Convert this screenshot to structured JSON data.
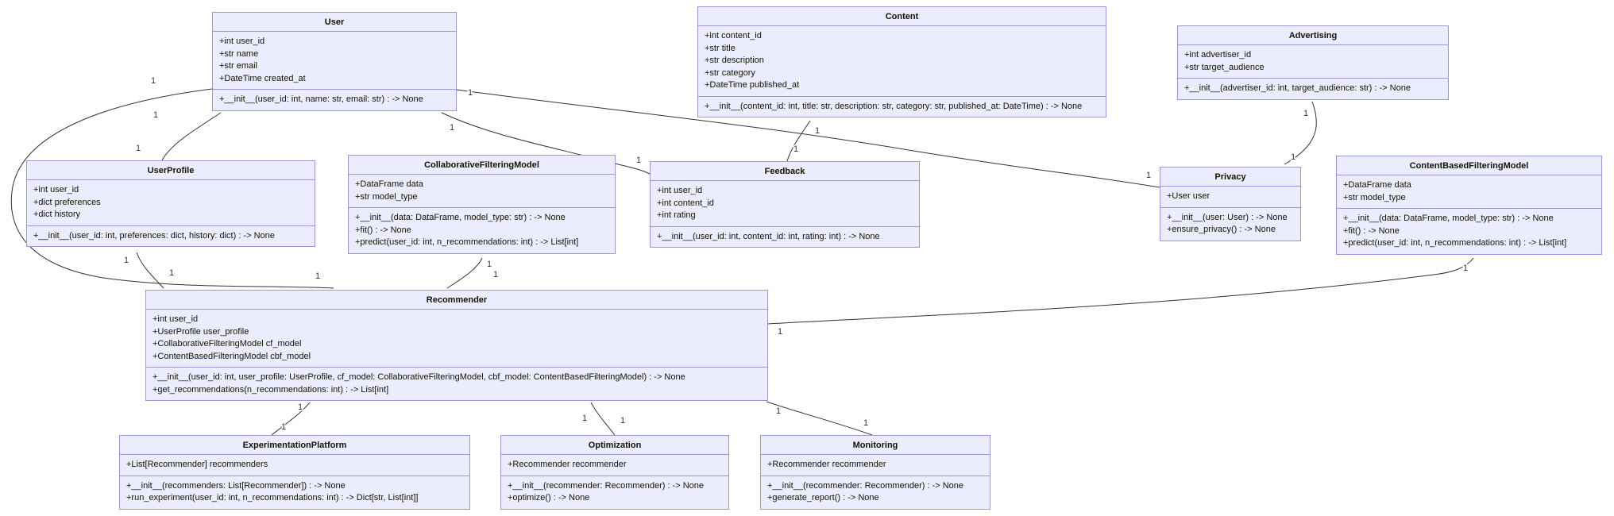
{
  "diagram": {
    "type": "uml-class-diagram",
    "classes": [
      {
        "name": "User",
        "attributes": [
          "+int user_id",
          "+str name",
          "+str email",
          "+DateTime created_at"
        ],
        "methods": [
          "+__init__(user_id: int, name: str, email: str) : -> None"
        ]
      },
      {
        "name": "Content",
        "attributes": [
          "+int content_id",
          "+str title",
          "+str description",
          "+str category",
          "+DateTime published_at"
        ],
        "methods": [
          "+__init__(content_id: int, title: str, description: str, category: str, published_at: DateTime) : -> None"
        ]
      },
      {
        "name": "Advertising",
        "attributes": [
          "+int advertiser_id",
          "+str target_audience"
        ],
        "methods": [
          "+__init__(advertiser_id: int, target_audience: str) : -> None"
        ]
      },
      {
        "name": "UserProfile",
        "attributes": [
          "+int user_id",
          "+dict preferences",
          "+dict history"
        ],
        "methods": [
          "+__init__(user_id: int, preferences: dict, history: dict) : -> None"
        ]
      },
      {
        "name": "CollaborativeFilteringModel",
        "attributes": [
          "+DataFrame data",
          "+str model_type"
        ],
        "methods": [
          "+__init__(data: DataFrame, model_type: str) : -> None",
          "+fit() : -> None",
          "+predict(user_id: int, n_recommendations: int) : -> List[int]"
        ]
      },
      {
        "name": "Feedback",
        "attributes": [
          "+int user_id",
          "+int content_id",
          "+int rating"
        ],
        "methods": [
          "+__init__(user_id: int, content_id: int, rating: int) : -> None"
        ]
      },
      {
        "name": "Privacy",
        "attributes": [
          "+User user"
        ],
        "methods": [
          "+__init__(user: User) : -> None",
          "+ensure_privacy() : -> None"
        ]
      },
      {
        "name": "ContentBasedFilteringModel",
        "attributes": [
          "+DataFrame data",
          "+str model_type"
        ],
        "methods": [
          "+__init__(data: DataFrame, model_type: str) : -> None",
          "+fit() : -> None",
          "+predict(user_id: int, n_recommendations: int) : -> List[int]"
        ]
      },
      {
        "name": "Recommender",
        "attributes": [
          "+int user_id",
          "+UserProfile user_profile",
          "+CollaborativeFilteringModel cf_model",
          "+ContentBasedFilteringModel cbf_model"
        ],
        "methods": [
          "+__init__(user_id: int, user_profile: UserProfile, cf_model: CollaborativeFilteringModel, cbf_model: ContentBasedFilteringModel) : -> None",
          "+get_recommendations(n_recommendations: int) : -> List[int]"
        ]
      },
      {
        "name": "ExperimentationPlatform",
        "attributes": [
          "+List[Recommender] recommenders"
        ],
        "methods": [
          "+__init__(recommenders: List[Recommender]) : -> None",
          "+run_experiment(user_id: int, n_recommendations: int) : -> Dict[str, List[int]]"
        ]
      },
      {
        "name": "Optimization",
        "attributes": [
          "+Recommender recommender"
        ],
        "methods": [
          "+__init__(recommender: Recommender) : -> None",
          "+optimize() : -> None"
        ]
      },
      {
        "name": "Monitoring",
        "attributes": [
          "+Recommender recommender"
        ],
        "methods": [
          "+__init__(recommender: Recommender) : -> None",
          "+generate_report() : -> None"
        ]
      }
    ],
    "relationships": [
      {
        "from": "User",
        "to": "UserProfile",
        "from_card": "1",
        "to_card": "1"
      },
      {
        "from": "User",
        "to": "Feedback",
        "from_card": "1",
        "to_card": "1"
      },
      {
        "from": "User",
        "to": "Privacy",
        "from_card": "1",
        "to_card": "1"
      },
      {
        "from": "User",
        "to": "Recommender",
        "from_card": "1",
        "to_card": "1"
      },
      {
        "from": "Content",
        "to": "Feedback",
        "from_card": "1",
        "to_card": "1"
      },
      {
        "from": "Advertising",
        "to": "Privacy",
        "from_card": "1",
        "to_card": "1"
      },
      {
        "from": "UserProfile",
        "to": "Recommender",
        "from_card": "1",
        "to_card": "1"
      },
      {
        "from": "CollaborativeFilteringModel",
        "to": "Recommender",
        "from_card": "1",
        "to_card": "1"
      },
      {
        "from": "ContentBasedFilteringModel",
        "to": "Recommender",
        "from_card": "1",
        "to_card": "1"
      },
      {
        "from": "Recommender",
        "to": "ExperimentationPlatform",
        "from_card": "1",
        "to_card": "1"
      },
      {
        "from": "Recommender",
        "to": "Optimization",
        "from_card": "1",
        "to_card": "1"
      },
      {
        "from": "Recommender",
        "to": "Monitoring",
        "from_card": "1",
        "to_card": "1"
      }
    ],
    "colors": {
      "box_fill": "#ECECFF",
      "box_border": "#9370DB",
      "edge": "#333333",
      "text": "#131300",
      "background": "#ffffff"
    }
  }
}
